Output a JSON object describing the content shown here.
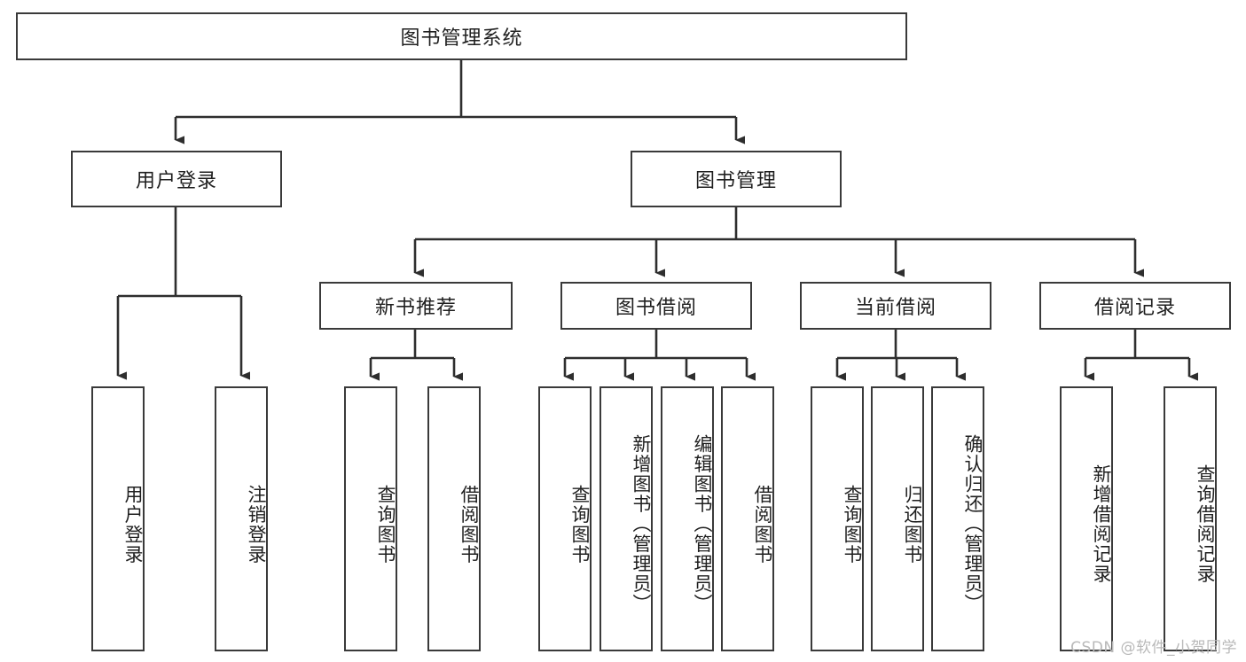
{
  "diagram": {
    "title": "图书管理系统",
    "type": "tree-hierarchy",
    "watermark": "CSDN @软件_小贺同学",
    "root": {
      "label": "图书管理系统"
    },
    "level2": [
      {
        "label": "用户登录"
      },
      {
        "label": "图书管理"
      }
    ],
    "level3": [
      {
        "label": "新书推荐"
      },
      {
        "label": "图书借阅"
      },
      {
        "label": "当前借阅"
      },
      {
        "label": "借阅记录"
      }
    ],
    "leaves": {
      "user_login": [
        {
          "label": "用户登录"
        },
        {
          "label": "注销登录"
        }
      ],
      "new_book": [
        {
          "label": "查询图书"
        },
        {
          "label": "借阅图书"
        }
      ],
      "book_borrow": [
        {
          "label": "查询图书"
        },
        {
          "label": "新增图书（管理员）"
        },
        {
          "label": "编辑图书（管理员）"
        },
        {
          "label": "借阅图书"
        }
      ],
      "current_borrow": [
        {
          "label": "查询图书"
        },
        {
          "label": "归还图书"
        },
        {
          "label": "确认归还（管理员）"
        }
      ],
      "borrow_record": [
        {
          "label": "新增借阅记录"
        },
        {
          "label": "查询借阅记录"
        }
      ]
    },
    "colors": {
      "stroke": "#3a3a3a",
      "fill": "#ffffff",
      "text": "#1f1f1f",
      "watermark": "#b9b9b9"
    }
  }
}
